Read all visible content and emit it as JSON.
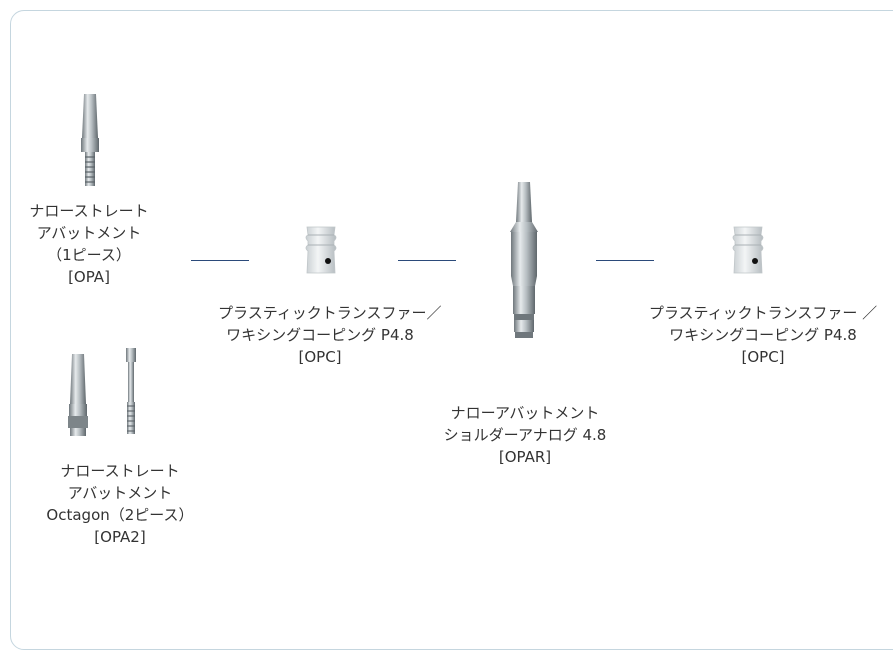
{
  "items": {
    "opa": {
      "line1": "ナローストレート",
      "line2": "アバットメント",
      "line3": "（1ピース）",
      "code": "[OPA]"
    },
    "opa2": {
      "line1": "ナローストレート",
      "line2": "アバットメント",
      "line3": "Octagon（2ピース）",
      "code": "[OPA2]"
    },
    "opc_left": {
      "line1": "プラスティックトランスファー／",
      "line2": "ワキシングコーピング P4.8",
      "code": "[OPC]"
    },
    "opar": {
      "line1": "ナローアバットメント",
      "line2": "ショルダーアナログ 4.8",
      "code": "[OPAR]"
    },
    "opc_right": {
      "line1": "プラスティックトランスファー ／",
      "line2": "ワキシングコーピング P4.8",
      "code": "[OPC]"
    }
  },
  "colors": {
    "frame": "#c5d6df",
    "connector": "#2b4a7a",
    "metal": "#a9b0b5"
  }
}
